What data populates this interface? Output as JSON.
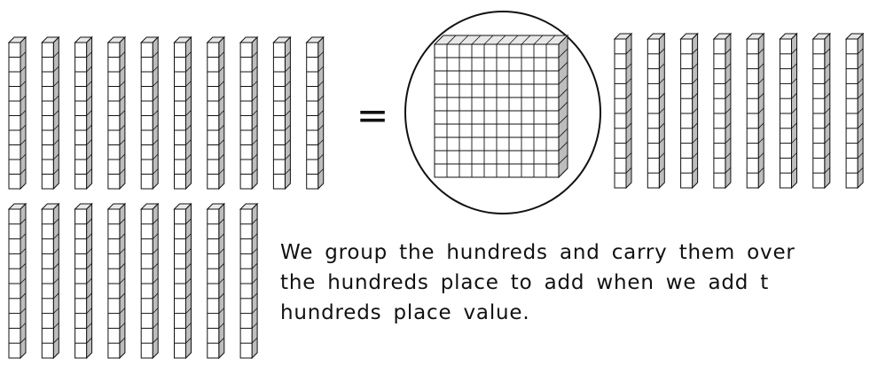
{
  "diagram": {
    "left_group_rods": {
      "top_row": 10,
      "bottom_row": 8
    },
    "right_group_rods": 8,
    "units_per_rod": 10,
    "flat_grid": {
      "rows": 10,
      "cols": 10
    },
    "equals_symbol": "=",
    "caption_lines": [
      "We group the hundreds and carry them over",
      "the hundreds place to add when we add t",
      "hundreds place value."
    ],
    "colors": {
      "block_face": "#ffffff",
      "block_side": "#bdbdbd",
      "block_top": "#e8e8e8",
      "outline": "#111111"
    }
  }
}
